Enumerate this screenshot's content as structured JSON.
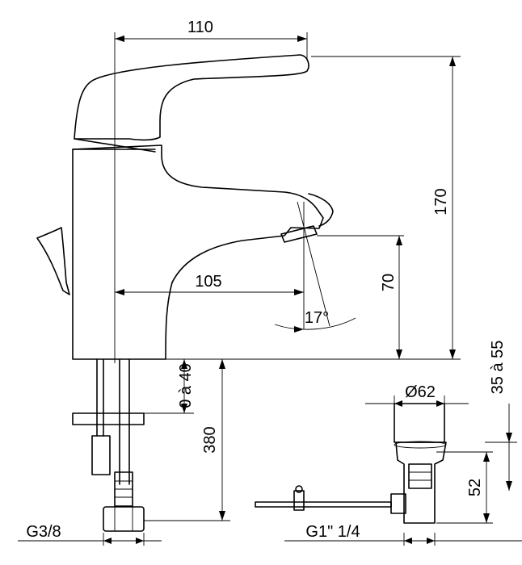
{
  "dimensions": {
    "spout_reach": "110",
    "total_height": "170",
    "inner_reach": "105",
    "spout_height": "70",
    "rotation_angle": "17°",
    "deck_thickness": "0 à 40",
    "hose_length": "380",
    "hose_thread": "G3/8",
    "waste_diameter": "Ø62",
    "waste_range": "35 à 55",
    "waste_height": "52",
    "waste_thread": "G1\" 1/4"
  }
}
